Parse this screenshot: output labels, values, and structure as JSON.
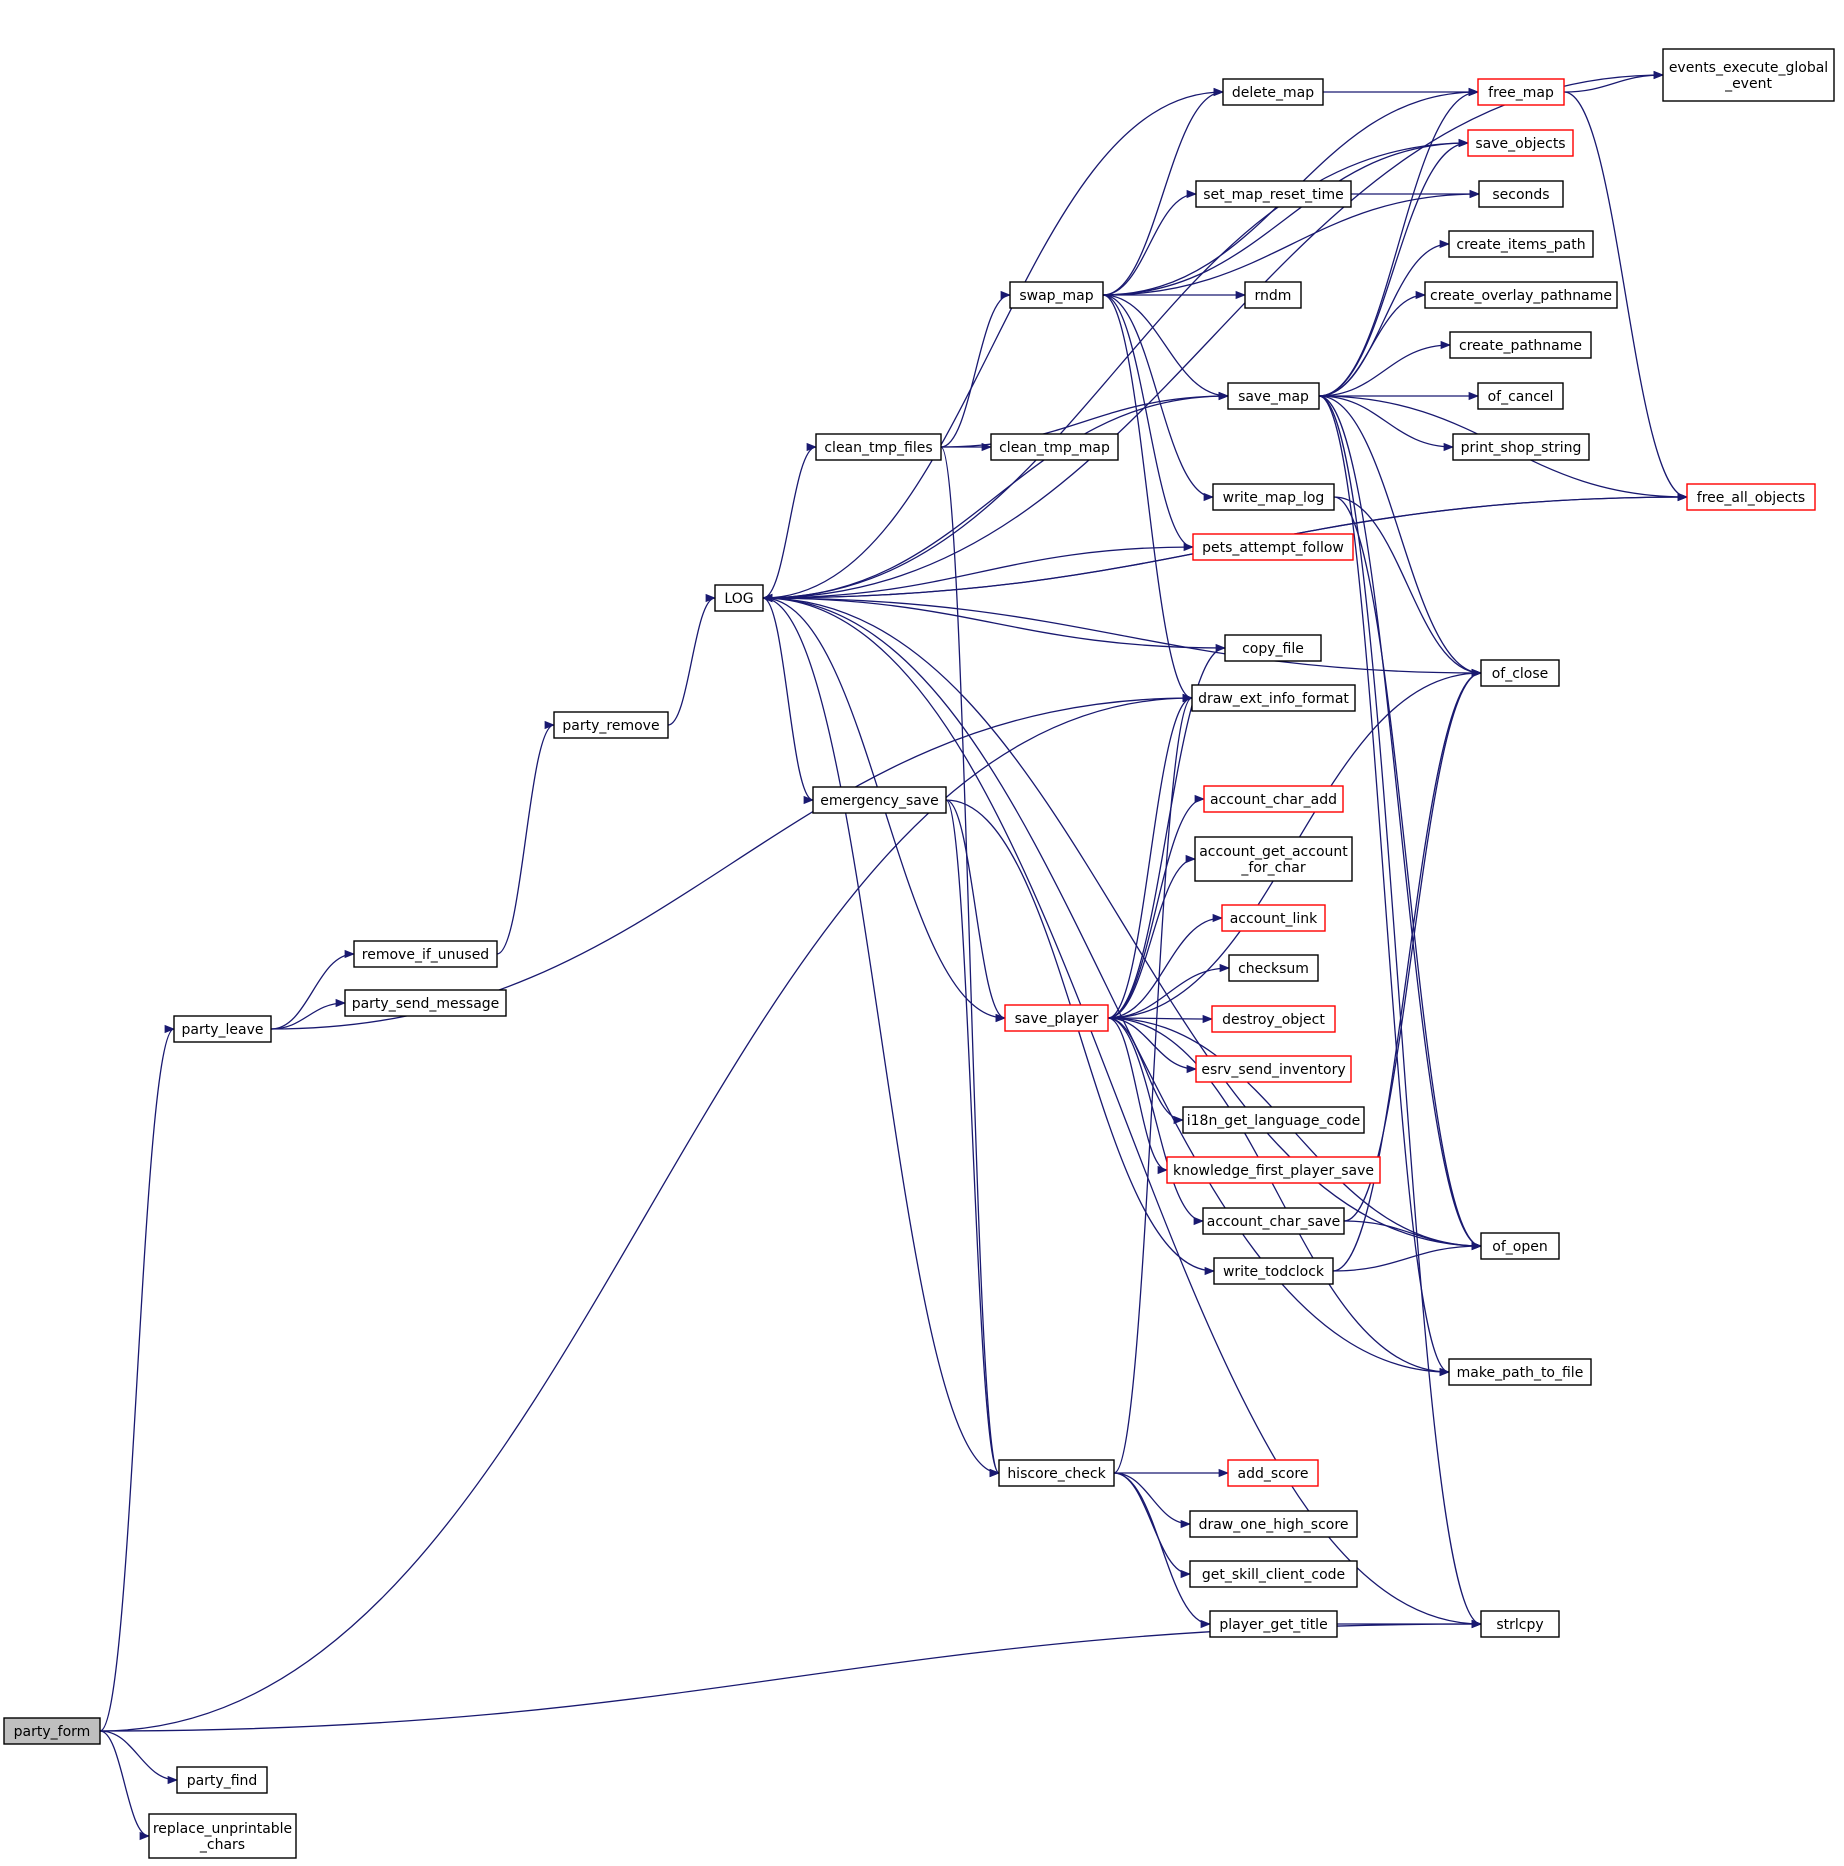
{
  "diagram": {
    "colors": {
      "edge": "#191970",
      "node_border": "#000000",
      "node_border_incomplete": "#ff0000",
      "root_fill": "#bfbfbf"
    },
    "nodes": {
      "party_form": [
        "party_form"
      ],
      "party_find": [
        "party_find"
      ],
      "replace_unprintable_chars": [
        "replace_unprintable",
        "_chars"
      ],
      "party_leave": [
        "party_leave"
      ],
      "remove_if_unused": [
        "remove_if_unused"
      ],
      "party_send_message": [
        "party_send_message"
      ],
      "party_remove": [
        "party_remove"
      ],
      "LOG": [
        "LOG"
      ],
      "clean_tmp_files": [
        "clean_tmp_files"
      ],
      "emergency_save": [
        "emergency_save"
      ],
      "clean_tmp_map": [
        "clean_tmp_map"
      ],
      "swap_map": [
        "swap_map"
      ],
      "delete_map": [
        "delete_map"
      ],
      "set_map_reset_time": [
        "set_map_reset_time"
      ],
      "rndm": [
        "rndm"
      ],
      "save_map": [
        "save_map"
      ],
      "write_map_log": [
        "write_map_log"
      ],
      "pets_attempt_follow": [
        "pets_attempt_follow"
      ],
      "copy_file": [
        "copy_file"
      ],
      "draw_ext_info_format": [
        "draw_ext_info_format"
      ],
      "account_char_add": [
        "account_char_add"
      ],
      "account_get_account_for_char": [
        "account_get_account",
        "_for_char"
      ],
      "account_link": [
        "account_link"
      ],
      "checksum": [
        "checksum"
      ],
      "save_player": [
        "save_player"
      ],
      "destroy_object": [
        "destroy_object"
      ],
      "esrv_send_inventory": [
        "esrv_send_inventory"
      ],
      "i18n_get_language_code": [
        "i18n_get_language_code"
      ],
      "knowledge_first_player_save": [
        "knowledge_first_player_save"
      ],
      "account_char_save": [
        "account_char_save"
      ],
      "write_todclock": [
        "write_todclock"
      ],
      "hiscore_check": [
        "hiscore_check"
      ],
      "add_score": [
        "add_score"
      ],
      "draw_one_high_score": [
        "draw_one_high_score"
      ],
      "get_skill_client_code": [
        "get_skill_client_code"
      ],
      "player_get_title": [
        "player_get_title"
      ],
      "free_map": [
        "free_map"
      ],
      "events_execute_global_event": [
        "events_execute_global",
        "_event"
      ],
      "save_objects": [
        "save_objects"
      ],
      "seconds": [
        "seconds"
      ],
      "create_items_path": [
        "create_items_path"
      ],
      "create_overlay_pathname": [
        "create_overlay_pathname"
      ],
      "create_pathname": [
        "create_pathname"
      ],
      "of_cancel": [
        "of_cancel"
      ],
      "print_shop_string": [
        "print_shop_string"
      ],
      "free_all_objects": [
        "free_all_objects"
      ],
      "of_close": [
        "of_close"
      ],
      "of_open": [
        "of_open"
      ],
      "make_path_to_file": [
        "make_path_to_file"
      ],
      "strlcpy": [
        "strlcpy"
      ]
    },
    "edges": [
      [
        "party_form",
        "party_leave"
      ],
      [
        "party_form",
        "party_find"
      ],
      [
        "party_form",
        "replace_unprintable_chars"
      ],
      [
        "party_form",
        "strlcpy"
      ],
      [
        "party_form",
        "draw_ext_info_format"
      ],
      [
        "party_leave",
        "remove_if_unused"
      ],
      [
        "party_leave",
        "party_send_message"
      ],
      [
        "party_leave",
        "draw_ext_info_format"
      ],
      [
        "remove_if_unused",
        "party_remove"
      ],
      [
        "party_remove",
        "LOG"
      ],
      [
        "LOG",
        "clean_tmp_files"
      ],
      [
        "LOG",
        "emergency_save"
      ],
      [
        "LOG",
        "delete_map"
      ],
      [
        "LOG",
        "save_map"
      ],
      [
        "LOG",
        "save_player"
      ],
      [
        "LOG",
        "hiscore_check"
      ],
      [
        "LOG",
        "strlcpy"
      ],
      [
        "LOG",
        "of_open"
      ],
      [
        "LOG",
        "events_execute_global_event"
      ],
      [
        "LOG",
        "free_all_objects"
      ],
      [
        "clean_tmp_files",
        "clean_tmp_map"
      ],
      [
        "clean_tmp_files",
        "swap_map"
      ],
      [
        "clean_tmp_files",
        "save_map"
      ],
      [
        "clean_tmp_files",
        "hiscore_check"
      ],
      [
        "emergency_save",
        "save_player"
      ],
      [
        "emergency_save",
        "hiscore_check"
      ],
      [
        "emergency_save",
        "write_todclock"
      ],
      [
        "swap_map",
        "delete_map"
      ],
      [
        "swap_map",
        "set_map_reset_time"
      ],
      [
        "swap_map",
        "rndm"
      ],
      [
        "swap_map",
        "save_map"
      ],
      [
        "swap_map",
        "write_map_log"
      ],
      [
        "swap_map",
        "pets_attempt_follow"
      ],
      [
        "swap_map",
        "draw_ext_info_format"
      ],
      [
        "swap_map",
        "seconds"
      ],
      [
        "swap_map",
        "free_map"
      ],
      [
        "swap_map",
        "save_objects"
      ],
      [
        "delete_map",
        "free_map"
      ],
      [
        "set_map_reset_time",
        "seconds"
      ],
      [
        "save_map",
        "create_items_path"
      ],
      [
        "save_map",
        "create_overlay_pathname"
      ],
      [
        "save_map",
        "create_pathname"
      ],
      [
        "save_map",
        "of_cancel"
      ],
      [
        "save_map",
        "print_shop_string"
      ],
      [
        "save_map",
        "free_all_objects"
      ],
      [
        "save_map",
        "of_close"
      ],
      [
        "save_map",
        "of_open"
      ],
      [
        "save_map",
        "make_path_to_file"
      ],
      [
        "save_map",
        "strlcpy"
      ],
      [
        "save_map",
        "free_map"
      ],
      [
        "save_map",
        "save_objects"
      ],
      [
        "write_map_log",
        "of_close"
      ],
      [
        "write_map_log",
        "of_open"
      ],
      [
        "pets_attempt_follow",
        "LOG"
      ],
      [
        "copy_file",
        "LOG"
      ],
      [
        "of_close",
        "LOG"
      ],
      [
        "free_all_objects",
        "LOG"
      ],
      [
        "save_objects",
        "LOG"
      ],
      [
        "save_player",
        "draw_ext_info_format"
      ],
      [
        "save_player",
        "account_char_add"
      ],
      [
        "save_player",
        "account_get_account_for_char"
      ],
      [
        "save_player",
        "account_link"
      ],
      [
        "save_player",
        "checksum"
      ],
      [
        "save_player",
        "destroy_object"
      ],
      [
        "save_player",
        "esrv_send_inventory"
      ],
      [
        "save_player",
        "i18n_get_language_code"
      ],
      [
        "save_player",
        "knowledge_first_player_save"
      ],
      [
        "save_player",
        "account_char_save"
      ],
      [
        "save_player",
        "of_open"
      ],
      [
        "save_player",
        "make_path_to_file"
      ],
      [
        "save_player",
        "of_close"
      ],
      [
        "save_player",
        "copy_file"
      ],
      [
        "account_char_save",
        "of_open"
      ],
      [
        "account_char_save",
        "of_close"
      ],
      [
        "write_todclock",
        "of_open"
      ],
      [
        "write_todclock",
        "of_close"
      ],
      [
        "hiscore_check",
        "add_score"
      ],
      [
        "hiscore_check",
        "draw_one_high_score"
      ],
      [
        "hiscore_check",
        "get_skill_client_code"
      ],
      [
        "hiscore_check",
        "player_get_title"
      ],
      [
        "hiscore_check",
        "draw_ext_info_format"
      ],
      [
        "player_get_title",
        "strlcpy"
      ],
      [
        "make_path_to_file",
        "LOG"
      ],
      [
        "free_map",
        "events_execute_global_event"
      ],
      [
        "free_map",
        "free_all_objects"
      ]
    ]
  }
}
